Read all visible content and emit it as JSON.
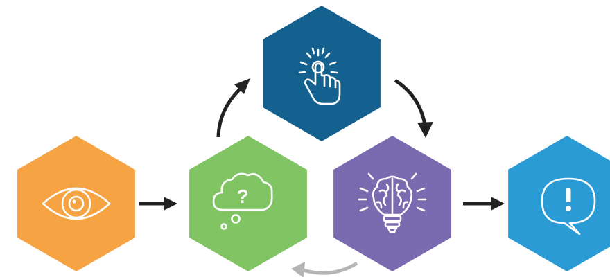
{
  "diagram": {
    "type": "process-cycle",
    "nodes": [
      {
        "id": "observe",
        "icon": "eye-icon",
        "color": "#F6A443"
      },
      {
        "id": "question",
        "icon": "thought-cloud-question-icon",
        "color": "#80C463"
      },
      {
        "id": "interact",
        "icon": "touch-hand-icon",
        "color": "#14618F"
      },
      {
        "id": "think",
        "icon": "brain-lightbulb-icon",
        "color": "#7A6AB0"
      },
      {
        "id": "respond",
        "icon": "speech-bubble-exclamation-icon",
        "color": "#2B9BD6"
      }
    ],
    "edges": [
      {
        "from": "observe",
        "to": "question",
        "style": "straight",
        "color": "#222222"
      },
      {
        "from": "question",
        "to": "interact",
        "style": "curved",
        "color": "#222222"
      },
      {
        "from": "interact",
        "to": "think",
        "style": "curved",
        "color": "#222222"
      },
      {
        "from": "think",
        "to": "question",
        "style": "curved",
        "color": "#B5B5B5"
      },
      {
        "from": "think",
        "to": "respond",
        "style": "straight",
        "color": "#222222"
      }
    ]
  }
}
